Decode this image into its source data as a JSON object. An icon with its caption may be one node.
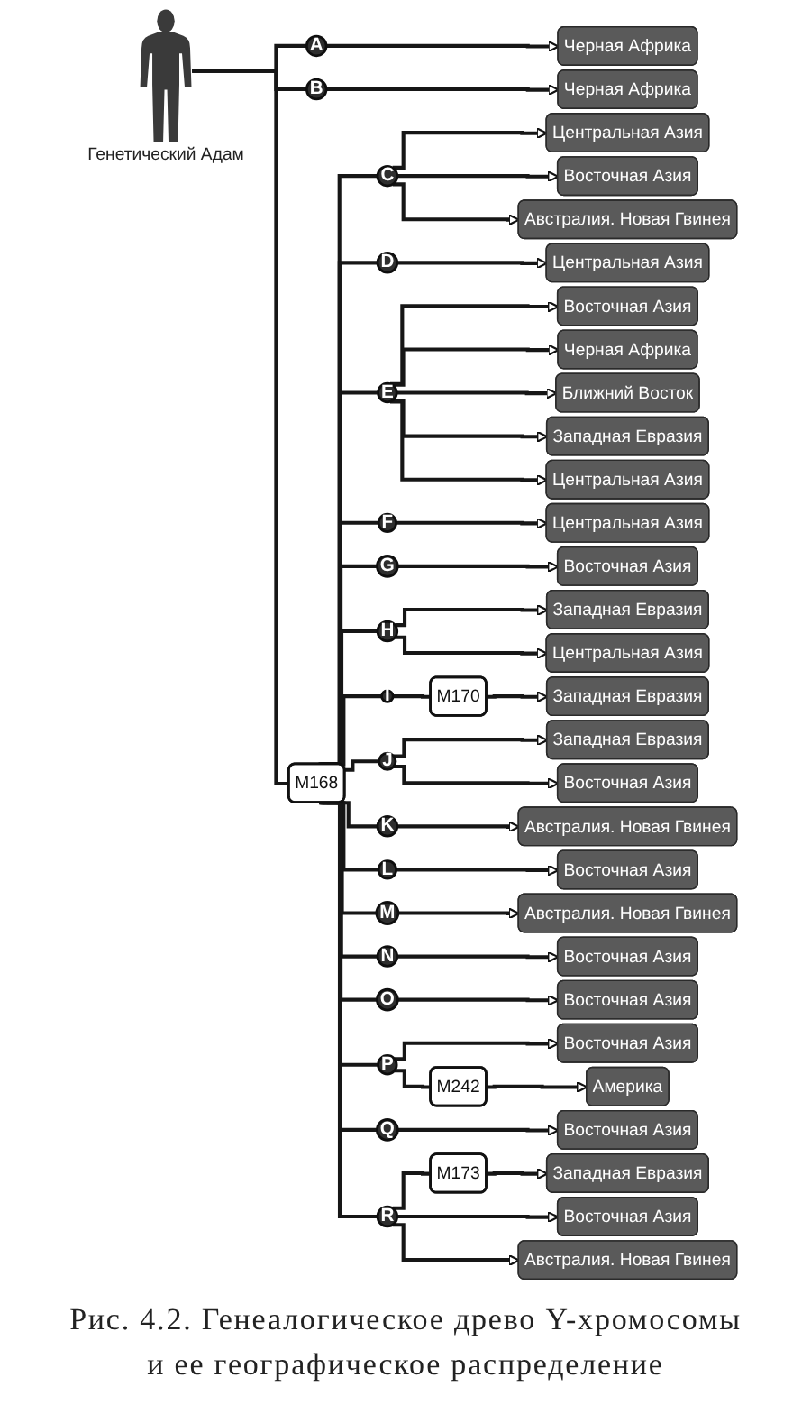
{
  "diagram": {
    "caption": "Рис. 4.2. Генеалогическое древо Y-хромосомы и ее географическое распределение",
    "nodes": [
      {
        "text": [],
        "shape": "person",
        "beside": [
          "Генетический Адам"
        ]
      },
      {
        "text": [
          "A"
        ]
      },
      {
        "text": [
          "Черная Африка"
        ]
      },
      {
        "text": [
          "B"
        ]
      },
      {
        "text": [
          "Черная Африка"
        ]
      },
      {
        "text": [
          "M168"
        ]
      },
      {
        "text": [
          "C"
        ]
      },
      {
        "text": [
          "Центральная Азия"
        ]
      },
      {
        "text": [
          "Восточная Азия"
        ]
      },
      {
        "text": [
          "Австралия. Новая Гвинея"
        ]
      },
      {
        "text": [
          "D"
        ]
      },
      {
        "text": [
          "Центральная Азия"
        ]
      },
      {
        "text": [
          "E"
        ]
      },
      {
        "text": [
          "Восточная Азия"
        ]
      },
      {
        "text": [
          "Черная Африка"
        ]
      },
      {
        "text": [
          "Ближний Восток"
        ]
      },
      {
        "text": [
          "Западная Евразия"
        ]
      },
      {
        "text": [
          "Центральная Азия"
        ]
      },
      {
        "text": [
          "F"
        ]
      },
      {
        "text": [
          "Центральная Азия"
        ]
      },
      {
        "text": [
          "G"
        ]
      },
      {
        "text": [
          "Восточная Азия"
        ]
      },
      {
        "text": [
          "H"
        ]
      },
      {
        "text": [
          "Западная Евразия"
        ]
      },
      {
        "text": [
          "Центральная Азия"
        ]
      },
      {
        "text": [
          "I"
        ]
      },
      {
        "text": [
          "M170"
        ]
      },
      {
        "text": [
          "Западная Евразия"
        ]
      },
      {
        "text": [
          "J"
        ]
      },
      {
        "text": [
          "Западная Евразия"
        ]
      },
      {
        "text": [
          "Восточная Азия"
        ]
      },
      {
        "text": [
          "K"
        ]
      },
      {
        "text": [
          "Австралия. Новая Гвинея"
        ]
      },
      {
        "text": [
          "L"
        ]
      },
      {
        "text": [
          "Восточная Азия"
        ]
      },
      {
        "text": [
          "M"
        ]
      },
      {
        "text": [
          "Австралия. Новая Гвинея"
        ]
      },
      {
        "text": [
          "N"
        ]
      },
      {
        "text": [
          "Восточная Азия"
        ]
      },
      {
        "text": [
          "O"
        ]
      },
      {
        "text": [
          "Восточная Азия"
        ]
      },
      {
        "text": [
          "P"
        ]
      },
      {
        "text": [
          "Восточная Азия"
        ]
      },
      {
        "text": [
          "M242"
        ]
      },
      {
        "text": [
          "Америка"
        ]
      },
      {
        "text": [
          "Q"
        ]
      },
      {
        "text": [
          "Восточная Азия"
        ]
      },
      {
        "text": [
          "R"
        ]
      },
      {
        "text": [
          "M173"
        ]
      },
      {
        "text": [
          "Западная Евразия"
        ]
      },
      {
        "text": [
          "Восточная Азия"
        ]
      },
      {
        "text": [
          "Австралия. Новая Гвинея"
        ]
      }
    ],
    "edges": [
      {
        "from": 0,
        "to": 1,
        "arrow": "none"
      },
      {
        "from": 1,
        "to": 2,
        "arrow": "to"
      },
      {
        "from": 0,
        "to": 3,
        "arrow": "none"
      },
      {
        "from": 3,
        "to": 4,
        "arrow": "to"
      },
      {
        "from": 0,
        "to": 5,
        "arrow": "none"
      },
      {
        "from": 5,
        "to": 6,
        "arrow": "none"
      },
      {
        "from": 6,
        "to": 7,
        "arrow": "to"
      },
      {
        "from": 6,
        "to": 8,
        "arrow": "to"
      },
      {
        "from": 6,
        "to": 9,
        "arrow": "to"
      },
      {
        "from": 5,
        "to": 10,
        "arrow": "none"
      },
      {
        "from": 10,
        "to": 11,
        "arrow": "to"
      },
      {
        "from": 5,
        "to": 12,
        "arrow": "none"
      },
      {
        "from": 12,
        "to": 13,
        "arrow": "to"
      },
      {
        "from": 12,
        "to": 14,
        "arrow": "to"
      },
      {
        "from": 12,
        "to": 15,
        "arrow": "to"
      },
      {
        "from": 12,
        "to": 16,
        "arrow": "to"
      },
      {
        "from": 12,
        "to": 17,
        "arrow": "to"
      },
      {
        "from": 5,
        "to": 18,
        "arrow": "none"
      },
      {
        "from": 18,
        "to": 19,
        "arrow": "to"
      },
      {
        "from": 5,
        "to": 20,
        "arrow": "none"
      },
      {
        "from": 20,
        "to": 21,
        "arrow": "to"
      },
      {
        "from": 5,
        "to": 22,
        "arrow": "none"
      },
      {
        "from": 22,
        "to": 23,
        "arrow": "to"
      },
      {
        "from": 22,
        "to": 24,
        "arrow": "to"
      },
      {
        "from": 5,
        "to": 25,
        "arrow": "none"
      },
      {
        "from": 25,
        "to": 26,
        "arrow": "none"
      },
      {
        "from": 26,
        "to": 27,
        "arrow": "to"
      },
      {
        "from": 5,
        "to": 28,
        "arrow": "none"
      },
      {
        "from": 28,
        "to": 29,
        "arrow": "to"
      },
      {
        "from": 28,
        "to": 30,
        "arrow": "to"
      },
      {
        "from": 5,
        "to": 31,
        "arrow": "none"
      },
      {
        "from": 31,
        "to": 32,
        "arrow": "to"
      },
      {
        "from": 5,
        "to": 33,
        "arrow": "none"
      },
      {
        "from": 33,
        "to": 34,
        "arrow": "to"
      },
      {
        "from": 5,
        "to": 35,
        "arrow": "none"
      },
      {
        "from": 35,
        "to": 36,
        "arrow": "to"
      },
      {
        "from": 5,
        "to": 37,
        "arrow": "none"
      },
      {
        "from": 37,
        "to": 38,
        "arrow": "to"
      },
      {
        "from": 5,
        "to": 39,
        "arrow": "none"
      },
      {
        "from": 39,
        "to": 40,
        "arrow": "to"
      },
      {
        "from": 5,
        "to": 41,
        "arrow": "none"
      },
      {
        "from": 41,
        "to": 42,
        "arrow": "to"
      },
      {
        "from": 41,
        "to": 43,
        "arrow": "none"
      },
      {
        "from": 43,
        "to": 44,
        "arrow": "to"
      },
      {
        "from": 5,
        "to": 45,
        "arrow": "none"
      },
      {
        "from": 45,
        "to": 46,
        "arrow": "to"
      },
      {
        "from": 5,
        "to": 47,
        "arrow": "none"
      },
      {
        "from": 47,
        "to": 48,
        "arrow": "none"
      },
      {
        "from": 48,
        "to": 49,
        "arrow": "to"
      },
      {
        "from": 47,
        "to": 50,
        "arrow": "to"
      },
      {
        "from": 47,
        "to": 51,
        "arrow": "to"
      }
    ]
  }
}
